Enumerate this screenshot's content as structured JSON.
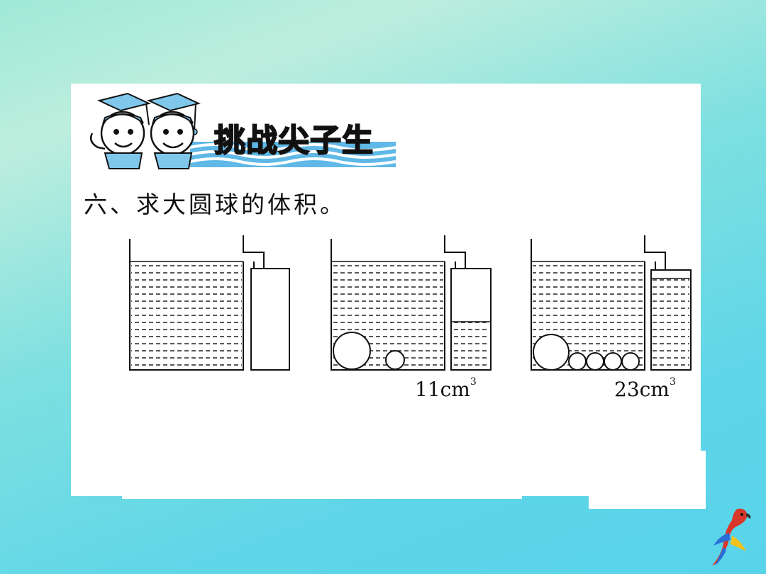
{
  "banner": {
    "title": "挑战尖子生"
  },
  "question": {
    "text": "六、求大圆球的体积。"
  },
  "figures": [
    {
      "label": ""
    },
    {
      "label_number": "11cm",
      "label_exp": "3"
    },
    {
      "label_number": "23cm",
      "label_exp": "3"
    }
  ],
  "colors": {
    "bg_top": "#9fe9d6",
    "bg_bottom": "#58d3ea",
    "sheet": "#ffffff",
    "banner_blue": "#5fb8e6"
  }
}
